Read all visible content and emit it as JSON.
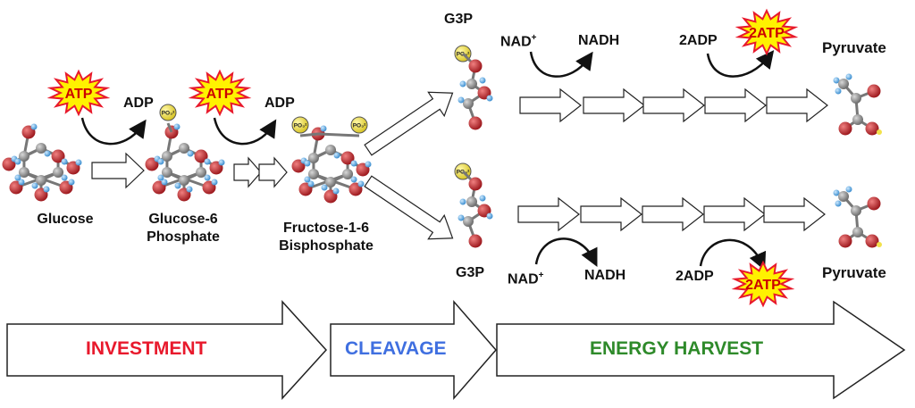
{
  "molecules": {
    "glucose": "Glucose",
    "g6p_line1": "Glucose-6",
    "g6p_line2": "Phosphate",
    "f16bp_line1": "Fructose-1-6",
    "f16bp_line2": "Bisphosphate",
    "g3p_top": "G3P",
    "g3p_bottom": "G3P",
    "pyruvate_top": "Pyruvate",
    "pyruvate_bottom": "Pyruvate"
  },
  "cofactors": {
    "atp_1": "ATP",
    "adp_1": "ADP",
    "atp_2": "ATP",
    "adp_2": "ADP",
    "nad_top": "NAD",
    "nad_top_charge": "+",
    "nadh_top": "NADH",
    "nad_bottom": "NAD",
    "nad_bottom_charge": "+",
    "nadh_bottom": "NADH",
    "adp2_top": "2ADP",
    "atp2_top": "2ATP",
    "adp2_bottom": "2ADP",
    "atp2_bottom": "2ATP"
  },
  "phases": {
    "investment": "INVESTMENT",
    "cleavage": "CLEAVAGE",
    "harvest": "ENERGY HARVEST"
  },
  "colors": {
    "investment": "#e8192c",
    "cleavage": "#3f6fe0",
    "harvest": "#2e8a2a",
    "starburst_fill": "#fff200",
    "starburst_stroke": "#e8192c",
    "oxygen": "#c0272d",
    "carbon": "#8c8c8c",
    "hydrogen": "#4aa3df",
    "phosphate": "#f2e14b"
  }
}
